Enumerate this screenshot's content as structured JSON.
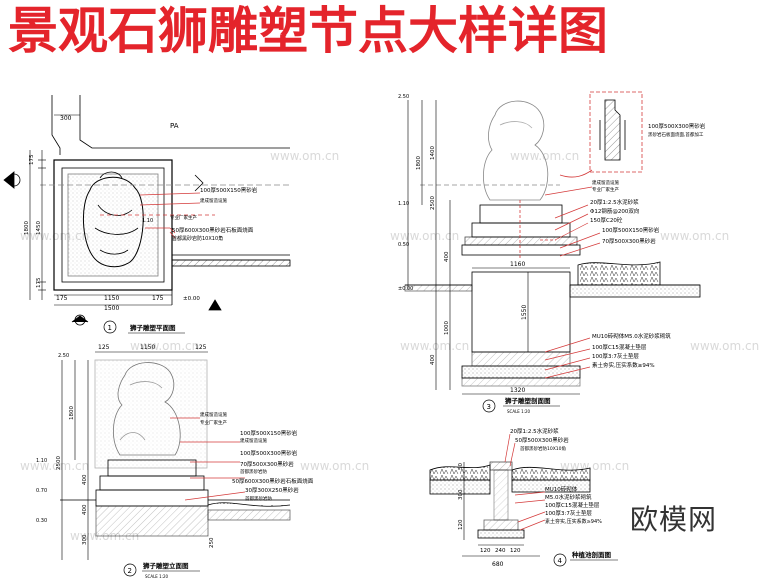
{
  "header": {
    "title": "景观石狮雕塑节点大样详图",
    "title_color": "#e4242b"
  },
  "brand": {
    "name": "欧模网"
  },
  "colors": {
    "line": "#000000",
    "dim": "#d43a3a",
    "leader": "#d43a3a",
    "elev_mark": "#1a1a1a"
  },
  "plan": {
    "label_pa": "PA",
    "dim_300": "300",
    "dims_left": [
      "175",
      "1450",
      "1800",
      "175"
    ],
    "dims_bottom": [
      "175",
      "1150",
      "175"
    ],
    "dim_total": "1500",
    "elev": "±0.00",
    "small_note": "1.10",
    "notes": [
      "100厚500X150黑砂岩",
      "建成留造设施",
      "专业厂家生产",
      "50厚600X300黑砂岩石板面烧面",
      "首都黑砂岩防10X10角"
    ],
    "caption_no": "1",
    "caption": "狮子雕塑平面图"
  },
  "elevation": {
    "dims_top": [
      "125",
      "1150",
      "125"
    ],
    "elevs": [
      "2.50",
      "1.10",
      "0.70",
      "0.30"
    ],
    "dims_left": [
      "2500",
      "1800",
      "400",
      "400",
      "300"
    ],
    "notes": [
      "建成留造设施",
      "专业厂家生产",
      "100厚500X150黑砂岩",
      "建成留造设施",
      "100厚500X300黑砂岩",
      "70厚500X300黑砂岩",
      "首都黑砂岩防",
      "50厚600X300黑砂岩石板面烧面",
      "30厚300X250黑砂岩",
      "首都黑砂岩防"
    ],
    "dim_250": "250",
    "caption_no": "2",
    "caption": "狮子雕塑立面图",
    "scale": "SCALE 1:20"
  },
  "section": {
    "elevs": [
      "2.50",
      "1.10",
      "0.50",
      "±0.00"
    ],
    "dims_left": [
      "1800",
      "1400",
      "2500",
      "400",
      "1000",
      "400"
    ],
    "dim_top": "1160",
    "dim_mid": "1550",
    "dim_bottom": "1320",
    "detail_note": "100厚500X300黑砂岩",
    "detail_note2": "黑砂岩石板面烧面,首都加工",
    "notes": [
      "建成留造设施",
      "专业厂家生产",
      "20厚1:2.5水泥砂浆",
      "Φ12钢筋@200双向",
      "150厚C20砼",
      "100厚500X150黑砂岩",
      "70厚500X300黑砂岩",
      "MU10砖砌体M5.0水泥砂浆砌筑",
      "100厚C15混凝土垫层",
      "100厚3:7灰土垫层",
      "素土夯实,压实系数≥94%"
    ],
    "caption_no": "3",
    "caption": "狮子雕塑剖面图",
    "scale": "SCALE 1:20"
  },
  "planter": {
    "notes": [
      "20厚1:2.5水泥砂浆",
      "50厚500X300黑砂岩",
      "首都黑砂岩防10X10角",
      "MU10砖砌体",
      "M5.0水泥砂浆砌筑",
      "100厚C15混凝土垫层",
      "100厚3:7灰土垫层",
      "素土夯实,压实系数≥94%"
    ],
    "dims_left": [
      "50",
      "300",
      "120"
    ],
    "dims_bottom": [
      "120",
      "240",
      "120"
    ],
    "dim_total": "680",
    "caption_no": "4",
    "caption": "种植池剖面图"
  }
}
